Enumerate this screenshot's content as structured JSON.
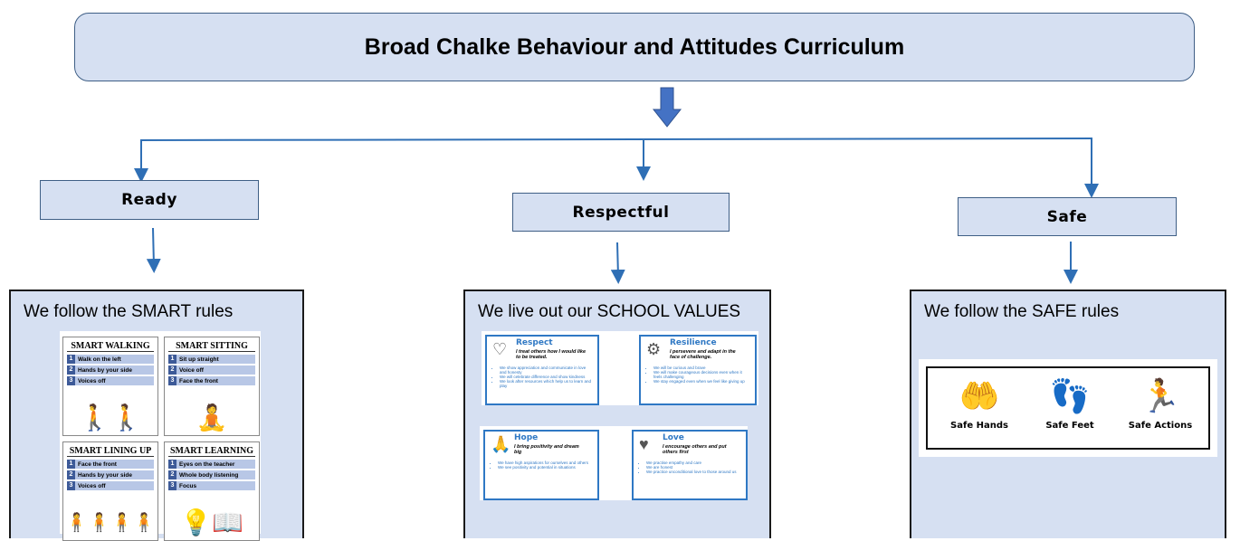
{
  "title": "Broad Chalke Behaviour and Attitudes Curriculum",
  "categories": [
    {
      "label": "Ready"
    },
    {
      "label": "Respectful"
    },
    {
      "label": "Safe"
    }
  ],
  "panels": [
    {
      "title": "We follow the SMART rules"
    },
    {
      "title": "We live out our SCHOOL VALUES"
    },
    {
      "title": "We follow the SAFE rules"
    }
  ],
  "smart_cards": [
    {
      "heading": "SMART WALKING",
      "icon": "walking-children-icon",
      "rules": [
        {
          "n": "1",
          "text": "Walk on the left"
        },
        {
          "n": "2",
          "text": "Hands by your side"
        },
        {
          "n": "3",
          "text": "Voices off"
        }
      ]
    },
    {
      "heading": "SMART SITTING",
      "icon": "sitting-person-icon",
      "rules": [
        {
          "n": "1",
          "text": "Sit up straight"
        },
        {
          "n": "2",
          "text": "Voice off"
        },
        {
          "n": "3",
          "text": "Face the front"
        }
      ]
    },
    {
      "heading": "SMART LINING UP",
      "icon": "line-of-people-icon",
      "rules": [
        {
          "n": "1",
          "text": "Face the front"
        },
        {
          "n": "2",
          "text": "Hands by your side"
        },
        {
          "n": "3",
          "text": "Voices off"
        }
      ]
    },
    {
      "heading": "SMART LEARNING",
      "icon": "lightbulb-book-icon",
      "rules": [
        {
          "n": "1",
          "text": "Eyes on the teacher"
        },
        {
          "n": "2",
          "text": "Whole body listening"
        },
        {
          "n": "3",
          "text": "Focus"
        }
      ]
    }
  ],
  "value_cards": [
    {
      "title": "Respect",
      "icon": "hands-heart-icon",
      "subtitle": "I treat others how I would like to be treated.",
      "points": [
        "We show appreciation and communicate in love and honesty",
        "We will celebrate difference and show kindness",
        "We look after resources which help us to learn and play"
      ]
    },
    {
      "title": "Resilience",
      "icon": "head-gears-icon",
      "subtitle": "I persevere and adapt in the face of challenge.",
      "points": [
        "We will be curious and brave",
        "We will make courageous decisions even when it feels challenging",
        "We stay engaged even when we feel like giving up"
      ]
    },
    {
      "title": "Hope",
      "icon": "praying-hands-icon",
      "subtitle": "I bring positivity and dream big",
      "points": [
        "We have high aspirations for ourselves and others",
        "We see positivity and potential in situations"
      ]
    },
    {
      "title": "Love",
      "icon": "heart-hands-icon",
      "subtitle": "I encourage others and put others first",
      "points": [
        "We practise empathy and care",
        "We are honest",
        "We practice unconditional love to those around us"
      ]
    }
  ],
  "safe_rules": [
    {
      "label": "Safe Hands",
      "icon": "hands-icon"
    },
    {
      "label": "Safe Feet",
      "icon": "footprints-icon"
    },
    {
      "label": "Safe Actions",
      "icon": "running-person-icon"
    }
  ]
}
